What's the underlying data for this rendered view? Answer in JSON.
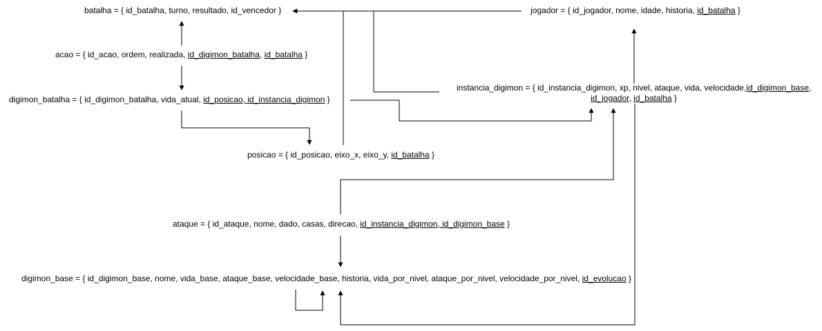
{
  "entities": {
    "batalha": {
      "name": "batalha",
      "prefix": "batalha = { ",
      "fields": "id_batalha, turno, resultado, id_vencedor",
      "suffix": " }"
    },
    "jogador": {
      "name": "jogador",
      "prefix": "jogador = { ",
      "fields": "id_jogador, nome, idade, historia, ",
      "fk1": "id_batalha",
      "suffix": " }"
    },
    "acao": {
      "name": "acao",
      "prefix": "acao = { ",
      "fields": "id_acao, ordem, realizada, ",
      "fk1": "id_digimon_batalha",
      "sep1": ", ",
      "fk2": "id_batalha",
      "suffix": " }"
    },
    "digimon_batalha": {
      "name": "digimon_batalha",
      "prefix": "digimon_batalha = { ",
      "fields": "id_digimon_batalha, vida_atual, ",
      "fk1": "id_posicao",
      "sep1": ", ",
      "fk2": "id_instancia_digimon",
      "suffix": " }"
    },
    "instancia_digimon": {
      "name": "instancia_digimon",
      "prefix": "instancia_digimon = { ",
      "fields": "id_instancia_digimon, xp, nivel, ataque, vida, velocidade,",
      "fk1": "id_digimon_base",
      "sep1": ",",
      "fk2": "id_jogador",
      "sep2": ", ",
      "fk3": "id_batalha",
      "suffix": " }"
    },
    "posicao": {
      "name": "posicao",
      "prefix": "posicao = { ",
      "fields": "id_posicao, eixo_x, eixo_y, ",
      "fk1": "id_batalha",
      "suffix": " }"
    },
    "ataque": {
      "name": "ataque",
      "prefix": "ataque = { ",
      "fields": "id_ataque, nome, dado, casas, direcao, ",
      "fk1": "id_instancia_digimon",
      "sep1": ", ",
      "fk2": "id_digimon_base",
      "suffix": " }"
    },
    "digimon_base": {
      "name": "digimon_base",
      "prefix": "digimon_base = { ",
      "fields": "id_digimon_base, nome, vida_base, ataque_base, velocidade_base, historia, vida_por_nivel, ataque_por_nivel, velocidade_por_nivel, ",
      "fk1": "id_evolucao",
      "suffix": " }"
    }
  },
  "edges": [
    {
      "from": "jogador",
      "to": "batalha"
    },
    {
      "from": "instancia_digimon",
      "to": "batalha"
    },
    {
      "from": "posicao",
      "to": "batalha"
    },
    {
      "from": "acao",
      "to": "batalha"
    },
    {
      "from": "acao",
      "to": "digimon_batalha"
    },
    {
      "from": "digimon_batalha",
      "to": "posicao"
    },
    {
      "from": "digimon_batalha",
      "to": "instancia_digimon"
    },
    {
      "from": "instancia_digimon",
      "to": "jogador"
    },
    {
      "from": "ataque",
      "to": "instancia_digimon"
    },
    {
      "from": "ataque",
      "to": "digimon_base"
    },
    {
      "from": "digimon_base",
      "to": "digimon_base"
    },
    {
      "from": "instancia_digimon",
      "to": "digimon_base"
    }
  ],
  "colors": {
    "line": "#000000",
    "text": "#000000",
    "background": "#ffffff"
  }
}
